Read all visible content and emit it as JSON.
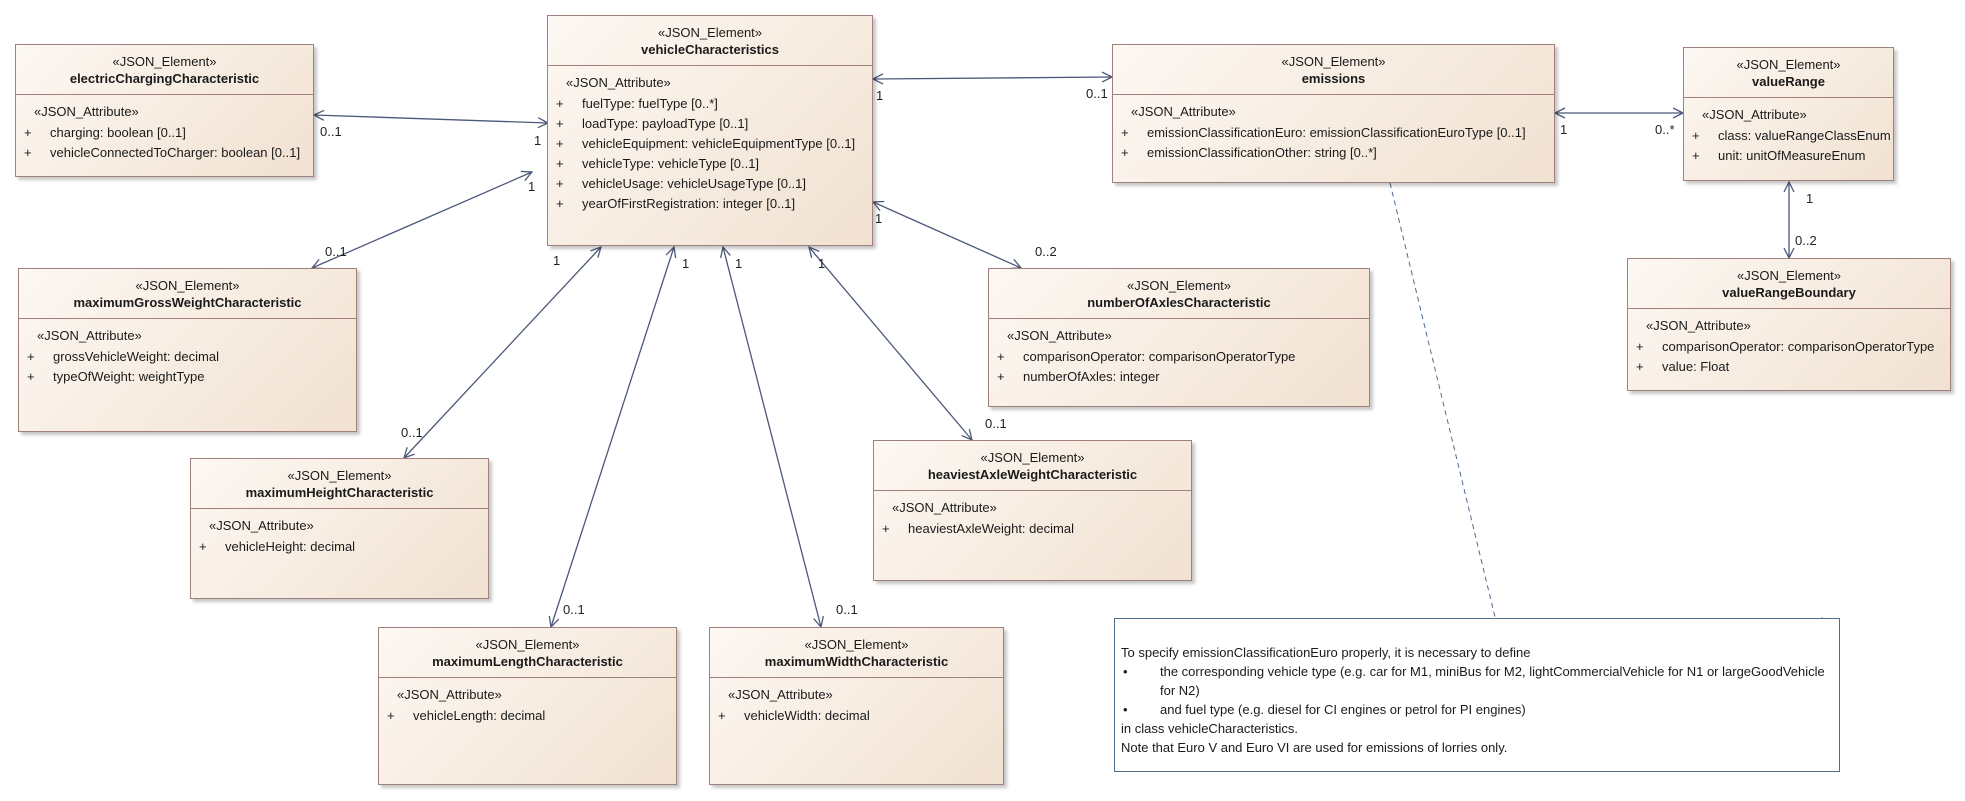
{
  "stereotypes": {
    "element": "«JSON_Element»",
    "attribute": "«JSON_Attribute»"
  },
  "visibility": "+",
  "classes": {
    "electricCharging": {
      "name": "electricChargingCharacteristic",
      "attributes": [
        "charging: boolean [0..1]",
        "vehicleConnectedToCharger: boolean [0..1]"
      ]
    },
    "vehicleCharacteristics": {
      "name": "vehicleCharacteristics",
      "attributes": [
        "fuelType: fuelType [0..*]",
        "loadType: payloadType [0..1]",
        "vehicleEquipment: vehicleEquipmentType [0..1]",
        "vehicleType: vehicleType [0..1]",
        "vehicleUsage: vehicleUsageType [0..1]",
        "yearOfFirstRegistration: integer [0..1]"
      ]
    },
    "emissions": {
      "name": "emissions",
      "attributes": [
        "emissionClassificationEuro: emissionClassificationEuroType [0..1]",
        "emissionClassificationOther: string [0..*]"
      ]
    },
    "valueRange": {
      "name": "valueRange",
      "attributes": [
        "class: valueRangeClassEnum",
        "unit: unitOfMeasureEnum"
      ]
    },
    "maximumGrossWeight": {
      "name": "maximumGrossWeightCharacteristic",
      "attributes": [
        "grossVehicleWeight: decimal",
        "typeOfWeight: weightType"
      ]
    },
    "numberOfAxles": {
      "name": "numberOfAxlesCharacteristic",
      "attributes": [
        "comparisonOperator: comparisonOperatorType",
        "numberOfAxles: integer"
      ]
    },
    "valueRangeBoundary": {
      "name": "valueRangeBoundary",
      "attributes": [
        "comparisonOperator: comparisonOperatorType",
        "value: Float"
      ]
    },
    "maximumHeight": {
      "name": "maximumHeightCharacteristic",
      "attributes": [
        "vehicleHeight: decimal"
      ]
    },
    "heaviestAxleWeight": {
      "name": "heaviestAxleWeightCharacteristic",
      "attributes": [
        "heaviestAxleWeight: decimal"
      ]
    },
    "maximumLength": {
      "name": "maximumLengthCharacteristic",
      "attributes": [
        "vehicleLength: decimal"
      ]
    },
    "maximumWidth": {
      "name": "maximumWidthCharacteristic",
      "attributes": [
        "vehicleWidth: decimal"
      ]
    }
  },
  "multiplicities": {
    "vc_emissions": "1",
    "emissions_vc": "0..1",
    "ec_vc": "0..1",
    "vc_ec": "1",
    "vc_gw": "1",
    "gw_vc": "0..1",
    "vc_height": "1",
    "height_vc": "0..1",
    "vc_length": "1",
    "length_vc": "0..1",
    "vc_width": "1",
    "width_vc": "0..1",
    "vc_heavy": "1",
    "heavy_vc": "0..1",
    "vc_axles": "1",
    "axles_vc": "0..2",
    "em_vr": "1",
    "vr_em": "0..*",
    "vr_vrb": "1",
    "vrb_vr": "0..2"
  },
  "note": {
    "intro": "To specify emissionClassificationEuro properly, it is necessary to define",
    "bullet_symbol": "•",
    "bullets": [
      "the corresponding vehicle type  (e.g. car for M1, miniBus for M2, lightCommercialVehicle for N1 or largeGoodVehicle for N2)",
      "and fuel type (e.g. diesel for CI engines or petrol for PI engines)"
    ],
    "line3": "in class vehicleCharacteristics.",
    "line4": "Note that Euro V and Euro VI are used for emissions of lorries only."
  }
}
